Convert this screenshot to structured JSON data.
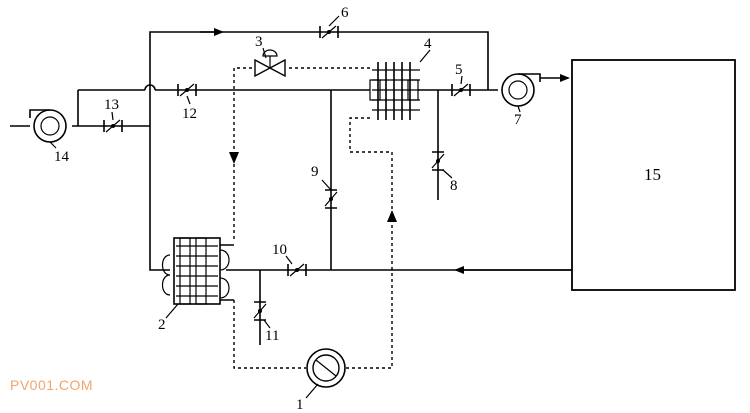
{
  "labels": {
    "l1": "1",
    "l2": "2",
    "l3": "3",
    "l4": "4",
    "l5": "5",
    "l6": "6",
    "l7": "7",
    "l8": "8",
    "l9": "9",
    "l10": "10",
    "l11": "11",
    "l12": "12",
    "l13": "13",
    "l14": "14",
    "l15": "15"
  },
  "watermark": "PV001.COM"
}
